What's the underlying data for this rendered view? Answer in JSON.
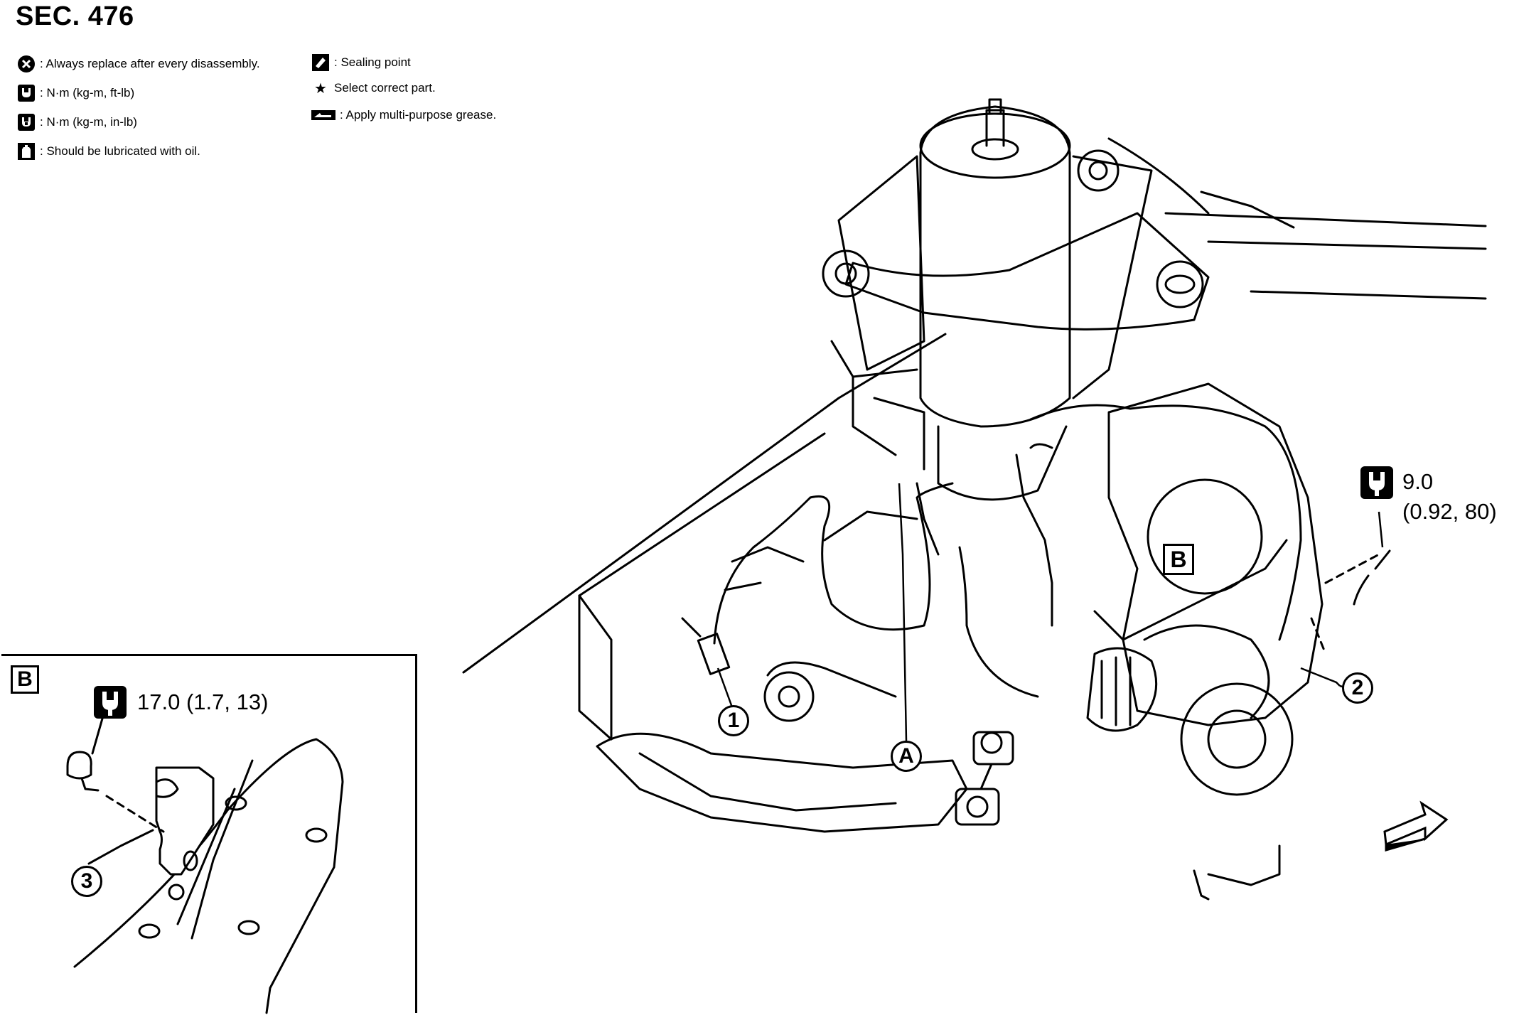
{
  "section_title": "SEC. 476",
  "legend": [
    {
      "icon": "replace-x-icon",
      "text": ": Always replace after every disassembly."
    },
    {
      "icon": "torque-ftlb-icon",
      "text": ": N·m (kg-m, ft-lb)"
    },
    {
      "icon": "torque-inlb-icon",
      "text": ": N·m (kg-m, in-lb)"
    },
    {
      "icon": "oil-can-icon",
      "text": ": Should be lubricated with oil."
    },
    {
      "icon": "sealing-icon",
      "text": ": Sealing point"
    },
    {
      "icon": "star-icon",
      "text": "Select correct part."
    },
    {
      "icon": "grease-icon",
      "text": ": Apply multi-purpose grease."
    }
  ],
  "callouts": {
    "part_1": "1",
    "part_2": "2",
    "part_3": "3",
    "ref_a": "A",
    "ref_b_main": "B",
    "ref_b_inset": "B",
    "torque_main_line1": "9.0",
    "torque_main_line2": "(0.92, 80)",
    "torque_inset": "17.0 (1.7, 13)"
  }
}
